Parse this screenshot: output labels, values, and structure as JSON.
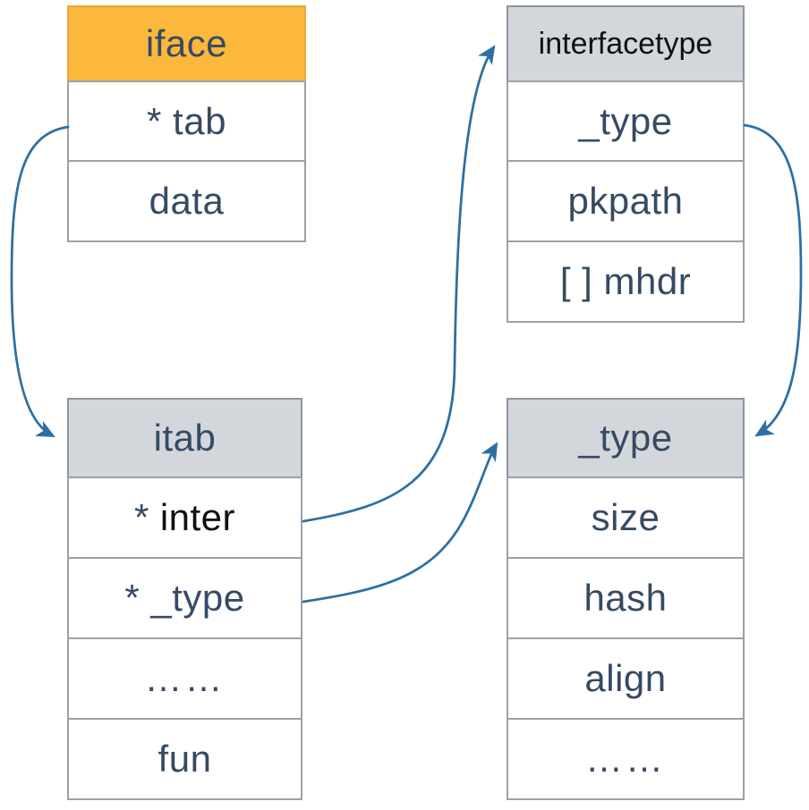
{
  "diagram": {
    "description": "Go interface internals structure diagram",
    "colors": {
      "accent_orange": "#fbb83d",
      "header_gray": "#d3d7dc",
      "border_gray": "#9aa1a9",
      "text_navy": "#374a63",
      "text_black": "#101010",
      "arrow_blue": "#2d6fa3",
      "background": "#ffffff"
    },
    "tables": {
      "iface": {
        "title": "iface",
        "rows": [
          {
            "text": "* tab"
          },
          {
            "text": "data"
          }
        ]
      },
      "interfacetype": {
        "title": "interfacetype",
        "rows": [
          {
            "text": "_type"
          },
          {
            "text": "pkpath"
          },
          {
            "text": "[ ] mhdr"
          }
        ]
      },
      "itab": {
        "title": "itab",
        "rows": [
          {
            "pre": "*",
            "text": "inter"
          },
          {
            "text": "* _type"
          },
          {
            "text": "……"
          },
          {
            "text": "fun"
          }
        ]
      },
      "_type": {
        "title": "_type",
        "rows": [
          {
            "text": "size"
          },
          {
            "text": "hash"
          },
          {
            "text": "align"
          },
          {
            "text": "……"
          }
        ]
      }
    },
    "arrows": [
      {
        "name": "iface-tab-to-itab",
        "from": "iface.*tab",
        "to": "itab"
      },
      {
        "name": "itab-inter-to-interfacetype",
        "from": "itab.*inter",
        "to": "interfacetype"
      },
      {
        "name": "itab-type-to-type",
        "from": "itab.*_type",
        "to": "_type"
      },
      {
        "name": "interfacetype-type-to-type",
        "from": "interfacetype._type",
        "to": "_type"
      }
    ]
  }
}
